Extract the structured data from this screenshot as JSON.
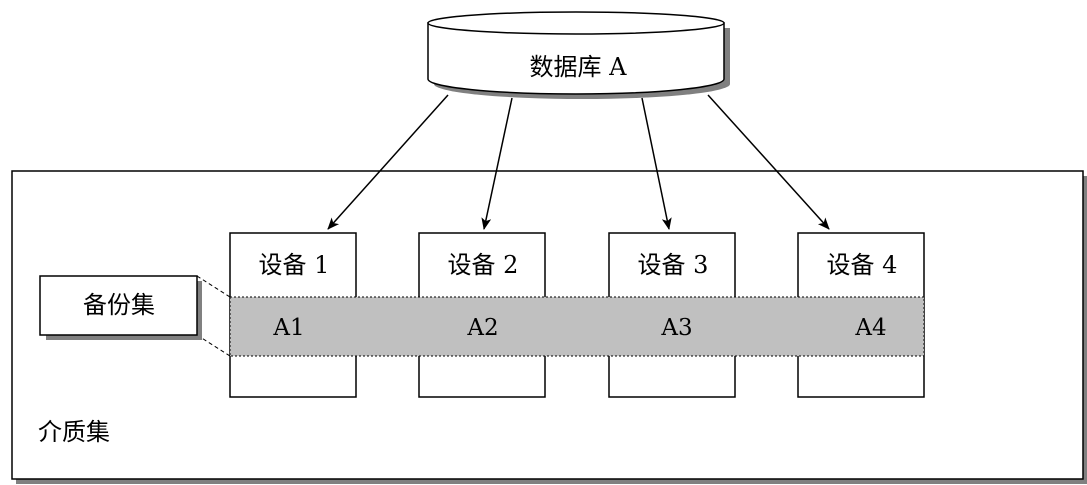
{
  "database": {
    "label": "数据库 A"
  },
  "media_set": {
    "label": "介质集"
  },
  "backup_set": {
    "label": "备份集"
  },
  "devices": [
    {
      "label": "设备 1",
      "segment": "A1"
    },
    {
      "label": "设备 2",
      "segment": "A2"
    },
    {
      "label": "设备 3",
      "segment": "A3"
    },
    {
      "label": "设备 4",
      "segment": "A4"
    }
  ],
  "colors": {
    "stroke": "#000000",
    "band_fill": "#c0c0c0",
    "shadow": "#808080",
    "background": "#ffffff"
  }
}
